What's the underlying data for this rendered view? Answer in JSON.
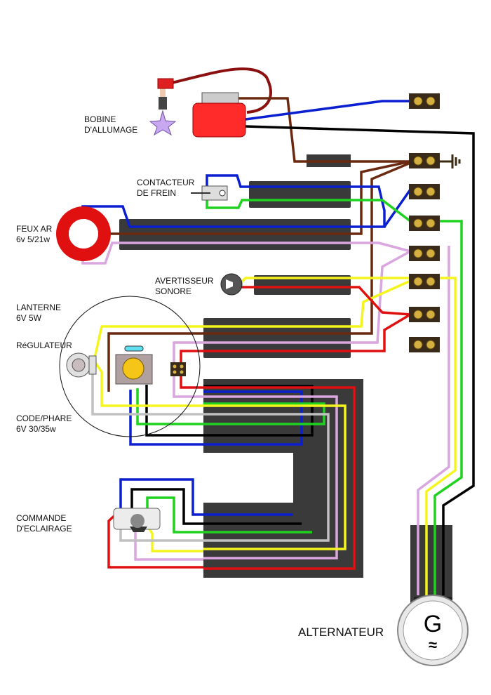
{
  "labels": {
    "bobine": [
      "BOBINE",
      "D'ALLUMAGE"
    ],
    "contacteur": [
      "CONTACTEUR",
      "DE FREIN"
    ],
    "feux": [
      "FEUX AR",
      "6v 5/21w"
    ],
    "avertisseur": [
      "AVERTISSEUR",
      "SONORE"
    ],
    "lanterne": [
      "LANTERNE",
      "6V 5W"
    ],
    "regulateur": "RéGULATEUR",
    "code": [
      "CODE/PHARE",
      "6V 30/35w"
    ],
    "commande": [
      "COMMANDE",
      "D'ECLAIRAGE"
    ],
    "alternateur": "ALTERNATEUR",
    "alternator_symbol": "G",
    "alternator_ac": "≈"
  },
  "colors": {
    "harness": "#3a3a3a",
    "blue": "#0a1fd0",
    "brown": "#6b2a10",
    "pink": "#d9a6df",
    "yellow": "#f5f51e",
    "red": "#e01010",
    "green": "#1fd21f",
    "black": "#000000",
    "grey": "#c0c0c0"
  }
}
